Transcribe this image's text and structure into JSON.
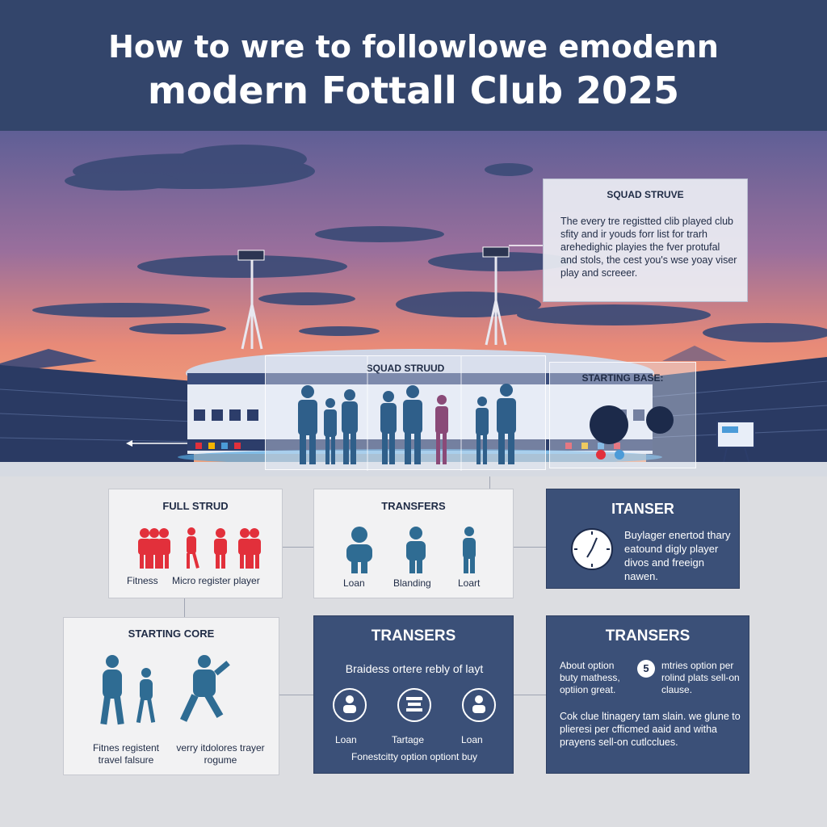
{
  "header": {
    "line1": "How to wre to followlowe emodenn",
    "line2": "modern Fottall Club 2025"
  },
  "hero": {
    "callout": {
      "heading": "SQUAD STRUVE",
      "body": "The every tre registted clib played club sfity and ir youds forr list for trarh arehedighic playies the fver protufal and stols, the cest you's wse yoay viser play and screeer."
    },
    "panel_squad": "SQUAD STRUUD",
    "panel_starting": "STARTING BASE:"
  },
  "cards": {
    "full_strud": {
      "title": "FULL STRUD",
      "label_left": "Fitness",
      "label_right": "Micro register player"
    },
    "transfers_top": {
      "title": "TRANSFERS",
      "labels": [
        "Loan",
        "Blanding",
        "Loart"
      ]
    },
    "itanser": {
      "title": "ITANSER",
      "body": "Buylager enertod thary eatound digly player divos and freeign nawen."
    },
    "starting_core": {
      "title": "STARTING CORE",
      "label_left": "Fitnes registent travel falsure",
      "label_right": "verry itdolores trayer rogume"
    },
    "transers_mid": {
      "title": "TRANSERS",
      "subtitle": "Braidess ortere rebly of layt",
      "labels": [
        "Loan",
        "Tartage",
        "Loan"
      ],
      "footer": "Fonestcitty option optiont buy"
    },
    "transers_right": {
      "title": "TRANSERS",
      "col_left": "About option buty mathess, optiion great.",
      "badge": "5",
      "col_right": "mtries option per rolind plats sell-on clause.",
      "body": "Cok clue ltinagery tam slain. we glune to plieresi per cfficmed aaid and witha prayens sell-on cutlcclues."
    }
  },
  "colors": {
    "header": "#33456b",
    "dark_card": "#3b5078",
    "accent_red": "#e2303b",
    "accent_blue": "#2f6c93"
  }
}
